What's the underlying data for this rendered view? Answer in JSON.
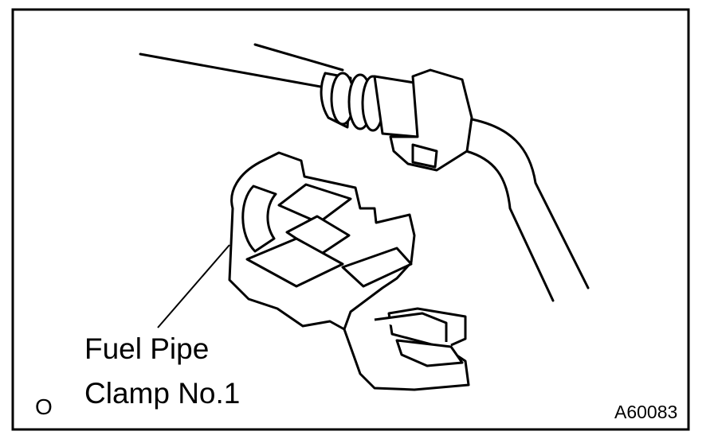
{
  "callout": {
    "line1": "Fuel Pipe",
    "line2": "Clamp No.1"
  },
  "corner_mark": "O",
  "figure_code": "A60083",
  "colors": {
    "ink": "#000000",
    "paper": "#ffffff"
  }
}
